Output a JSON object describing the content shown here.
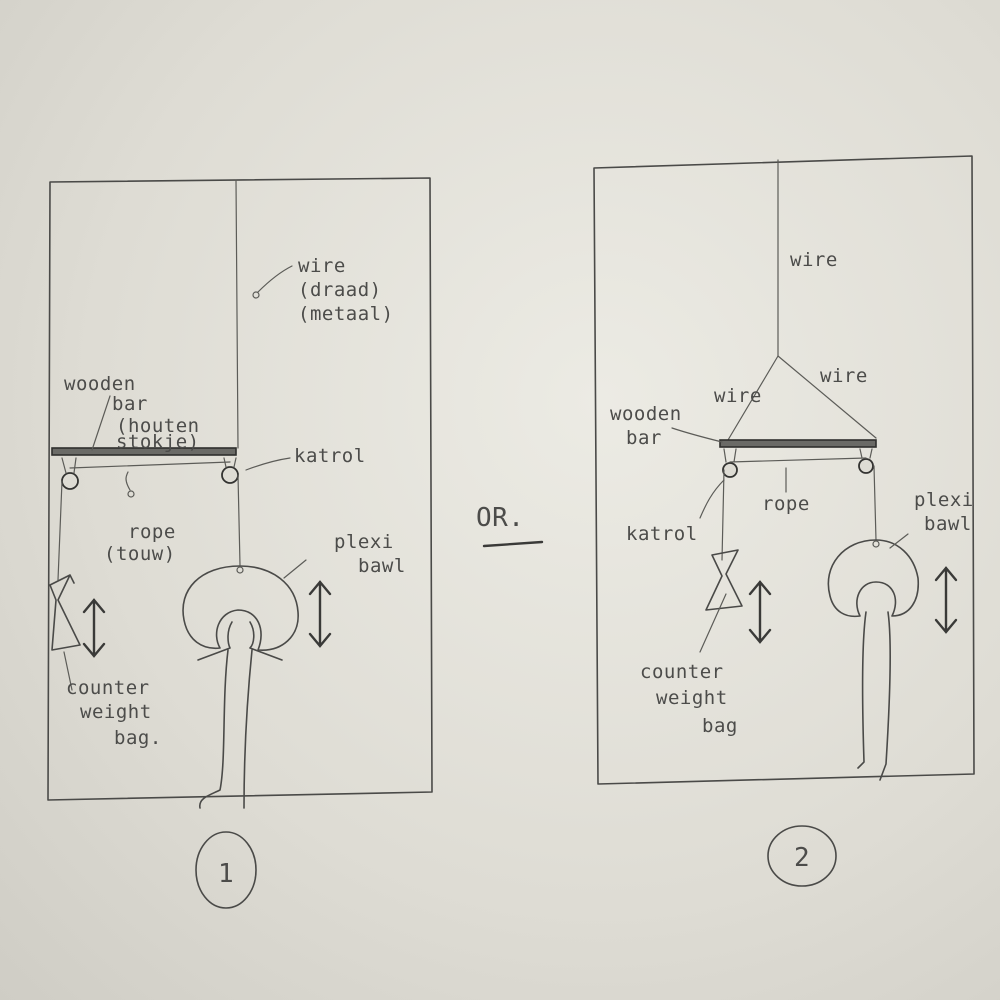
{
  "sketch1": {
    "label_wire": "wire",
    "label_draad": "(draad)",
    "label_metaal": "(metaal)",
    "label_wooden": "wooden",
    "label_bar": "bar",
    "label_houten": "(houten",
    "label_stokje": "stokje)",
    "label_katrol": "katrol",
    "label_rope": "rope",
    "label_touw": "(touw)",
    "label_plexi": "plexi",
    "label_bawl": "bawl",
    "label_counter": "counter",
    "label_weight": "weight",
    "label_bag": "bag.",
    "number": "1"
  },
  "separator": {
    "label": "OR."
  },
  "sketch2": {
    "label_wire_top": "wire",
    "label_wire_left": "wire",
    "label_wire_right": "wire",
    "label_wooden": "wooden",
    "label_bar": "bar",
    "label_rope": "rope",
    "label_katrol": "katrol",
    "label_plexi": "plexi",
    "label_bawl": "bawl",
    "label_counter": "counter",
    "label_weight": "weight",
    "label_bag": "bag",
    "number": "2"
  },
  "colors": {
    "paper": "#e4e2da",
    "pencil": "#4a4a48"
  }
}
